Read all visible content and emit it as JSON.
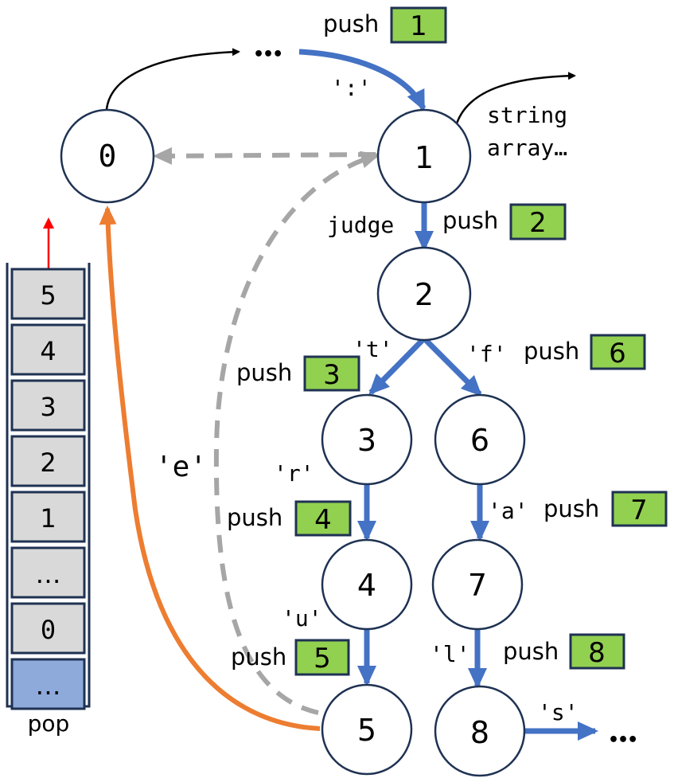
{
  "diagram": {
    "nodes": [
      {
        "id": "0",
        "label": "0"
      },
      {
        "id": "1",
        "label": "1"
      },
      {
        "id": "2",
        "label": "2"
      },
      {
        "id": "3",
        "label": "3"
      },
      {
        "id": "4",
        "label": "4"
      },
      {
        "id": "5",
        "label": "5"
      },
      {
        "id": "6",
        "label": "6"
      },
      {
        "id": "7",
        "label": "7"
      },
      {
        "id": "8",
        "label": "8"
      }
    ],
    "ellipsis_top": "•••",
    "ellipsis_right": "•••",
    "edge_labels": {
      "colon": "':'",
      "judge": "judge",
      "t": "'t'",
      "f": "'f'",
      "r": "'r'",
      "a": "'a'",
      "u": "'u'",
      "l": "'l'",
      "s": "'s'",
      "e": "'e'",
      "string_array_line1": "string",
      "string_array_line2": "array…"
    },
    "push_word": "push",
    "push_badges": [
      "1",
      "2",
      "3",
      "4",
      "5",
      "6",
      "7",
      "8"
    ],
    "stack": {
      "cells": [
        "5",
        "4",
        "3",
        "2",
        "1",
        "…",
        "0",
        "…"
      ],
      "bottom_label": "pop"
    },
    "colors": {
      "push_edge": "#4472c4",
      "fail_edge": "#a6a6a6",
      "accept_edge": "#ed7d31",
      "badge_fill": "#92d050",
      "stack_cell": "#d9d9d9",
      "stack_base": "#8eaadb",
      "pop_arrow": "#ff0000"
    }
  }
}
